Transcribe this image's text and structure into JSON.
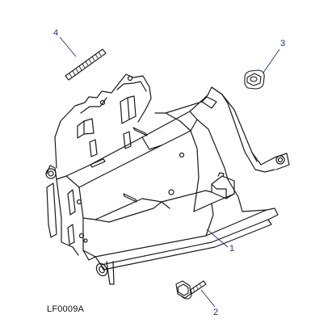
{
  "figure": {
    "callouts": [
      {
        "id": "1",
        "label": "1"
      },
      {
        "id": "2",
        "label": "2"
      },
      {
        "id": "3",
        "label": "3"
      },
      {
        "id": "4",
        "label": "4"
      }
    ],
    "drawing_code": "LF0009A",
    "colors": {
      "line": "#1a1a1a",
      "callout": "#1f2f7a",
      "background": "#ffffff"
    }
  }
}
